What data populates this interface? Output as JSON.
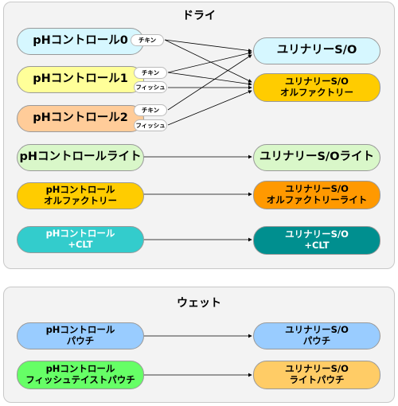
{
  "dry": {
    "title": "ドライ",
    "left": [
      {
        "lines": [
          "pHコントロール0"
        ],
        "color": "#d6f7ff"
      },
      {
        "lines": [
          "pHコントロール1"
        ],
        "color": "#ffff99"
      },
      {
        "lines": [
          "pHコントロール2"
        ],
        "color": "#ffcc99"
      },
      {
        "lines": [
          "pHコントロールライト"
        ],
        "color": "#d9f7c9"
      },
      {
        "lines": [
          "pHコントロール",
          "オルファクトリー"
        ],
        "color": "#ffcc00"
      },
      {
        "lines": [
          "pHコントロール",
          "+CLT"
        ],
        "color": "#33cccc"
      }
    ],
    "right": [
      {
        "lines": [
          "ユリナリーS/O"
        ],
        "color": "#d6f7ff"
      },
      {
        "lines": [
          "ユリナリーS/O",
          "オルファクトリー"
        ],
        "color": "#ffcc00"
      },
      {
        "lines": [
          "ユリナリーS/Oライト"
        ],
        "color": "#d9f7c9"
      },
      {
        "lines": [
          "ユリナリーS/O",
          "オルファクトリーライト"
        ],
        "color": "#ff9900"
      },
      {
        "lines": [
          "ユリナリーS/O",
          "+CLT"
        ],
        "color": "#008f8f"
      }
    ],
    "tags": [
      "チキン",
      "チキン",
      "フィッシュ",
      "チキン",
      "フィッシュ"
    ]
  },
  "wet": {
    "title": "ウェット",
    "left": [
      {
        "lines": [
          "pHコントロール",
          "パウチ"
        ],
        "color": "#99ccff"
      },
      {
        "lines": [
          "pHコントロール",
          "フィッシュテイストパウチ"
        ],
        "color": "#66ff66"
      }
    ],
    "right": [
      {
        "lines": [
          "ユリナリーS/O",
          "パウチ"
        ],
        "color": "#99ccff"
      },
      {
        "lines": [
          "ユリナリーS/O",
          "ライトパウチ"
        ],
        "color": "#ffcc66"
      }
    ]
  }
}
